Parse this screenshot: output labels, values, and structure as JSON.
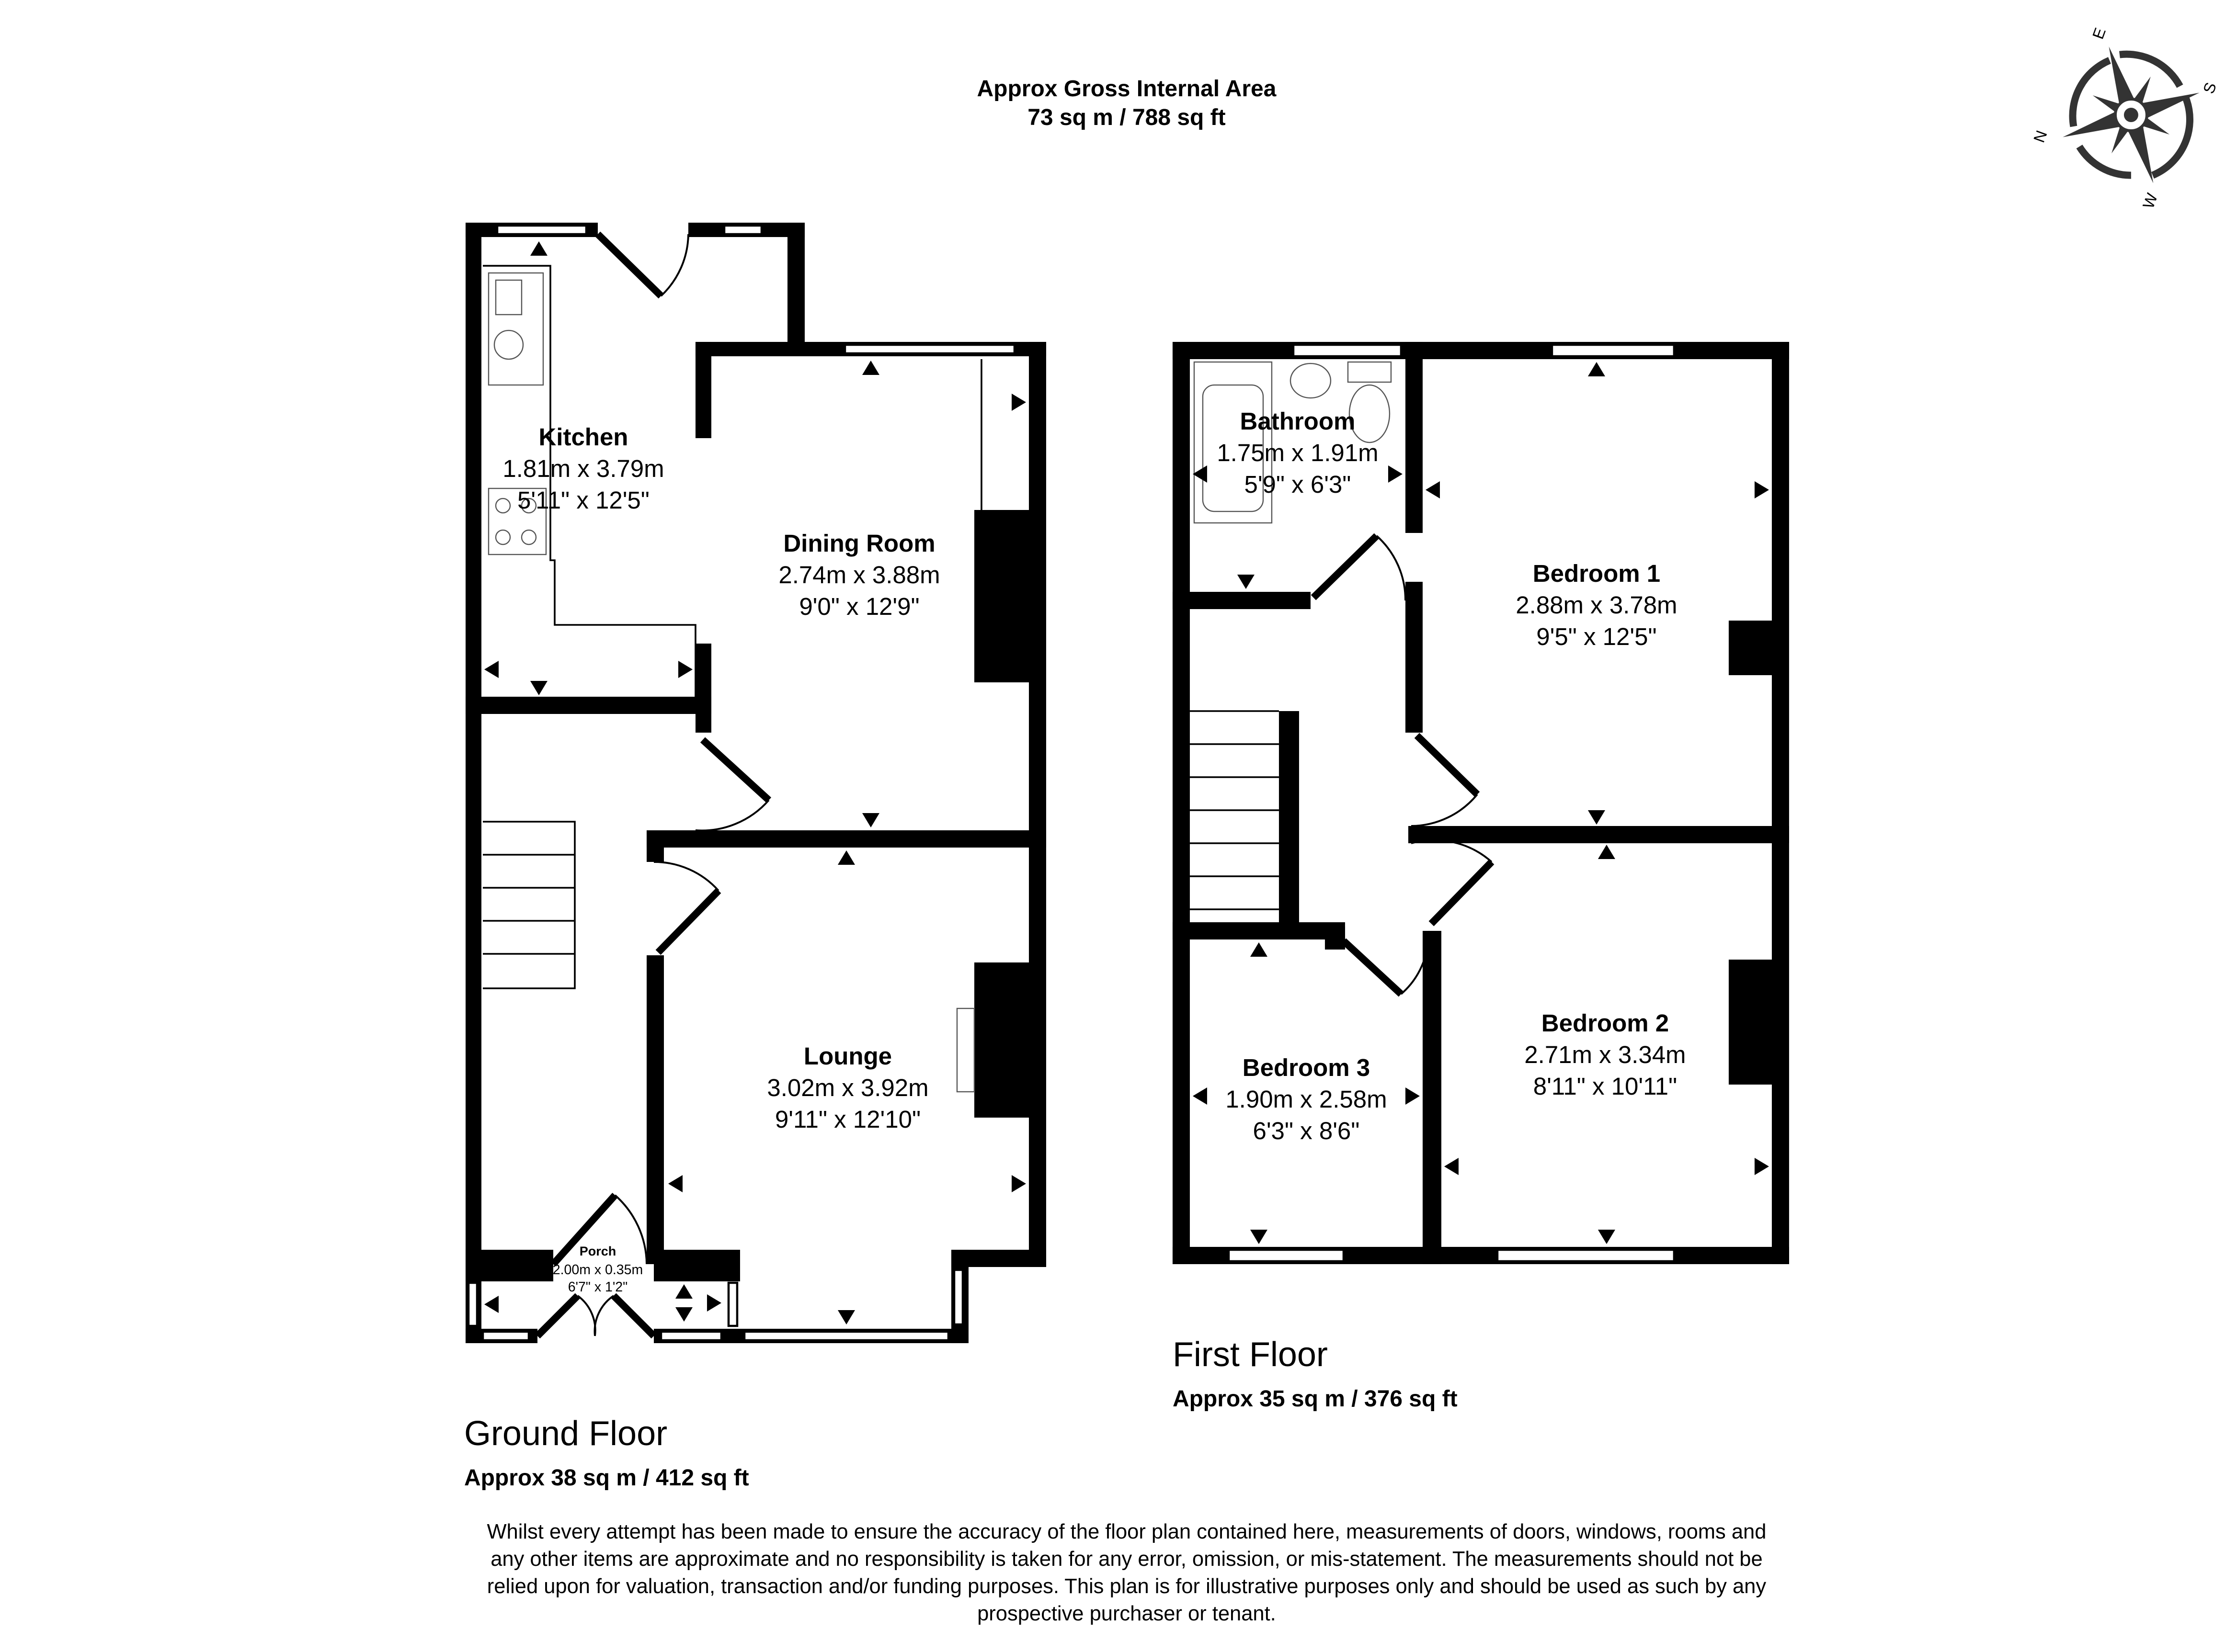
{
  "header": {
    "title": "Approx Gross Internal Area",
    "area": "73 sq m / 788 sq ft"
  },
  "compass": {
    "labels": [
      "N",
      "E",
      "S",
      "W"
    ],
    "icon": "compass-rose-icon",
    "color": "#333333"
  },
  "ground_floor": {
    "label": "Ground Floor",
    "area": "Approx 38 sq m / 412 sq ft",
    "rooms": [
      {
        "name": "Kitchen",
        "metric": "1.81m x 3.79m",
        "imperial": "5'11\" x 12'5\""
      },
      {
        "name": "Dining Room",
        "metric": "2.74m x 3.88m",
        "imperial": "9'0\" x 12'9\""
      },
      {
        "name": "Lounge",
        "metric": "3.02m x 3.92m",
        "imperial": "9'11\" x 12'10\""
      },
      {
        "name": "Porch",
        "metric": "2.00m x 0.35m",
        "imperial": "6'7\" x 1'2\""
      }
    ]
  },
  "first_floor": {
    "label": "First Floor",
    "area": "Approx 35 sq m / 376 sq ft",
    "rooms": [
      {
        "name": "Bathroom",
        "metric": "1.75m x 1.91m",
        "imperial": "5'9\" x 6'3\""
      },
      {
        "name": "Bedroom 1",
        "metric": "2.88m x 3.78m",
        "imperial": "9'5\" x 12'5\""
      },
      {
        "name": "Bedroom 2",
        "metric": "2.71m x 3.34m",
        "imperial": "8'11\" x 10'11\""
      },
      {
        "name": "Bedroom 3",
        "metric": "1.90m x 2.58m",
        "imperial": "6'3\" x 8'6\""
      }
    ]
  },
  "disclaimer": [
    "Whilst every attempt has been made to ensure the accuracy of the floor plan contained here, measurements of doors, windows, rooms and",
    "any other items are approximate and no responsibility is taken for any error, omission, or mis-statement. The measurements should not be",
    "relied upon for valuation, transaction and/or funding purposes. This plan is for illustrative purposes only and should be used as such by any",
    "prospective purchaser or tenant."
  ]
}
